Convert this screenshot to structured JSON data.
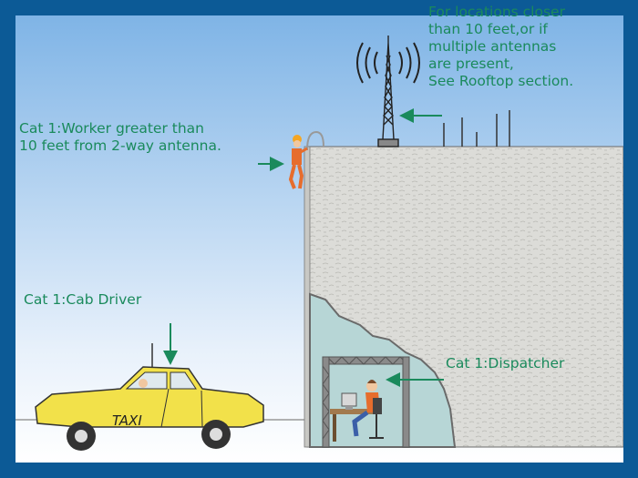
{
  "colors": {
    "frame": "#0c5a96",
    "sky_top": "#7fb4e6",
    "sky_bottom": "#ffffff",
    "label_text": "#1a8a5c",
    "arrow": "#1a8a5c",
    "building_wall": "#dcdcd8",
    "interior": "#b7d6d6",
    "taxi_body": "#f2e14a"
  },
  "labels": {
    "rooftop": {
      "line1": "For locations closer",
      "line2": "than 10 feet,or if",
      "line3": "multiple antennas",
      "line4": "are present,",
      "line5": "See Rooftop section."
    },
    "worker": {
      "line1": "Cat 1:Worker greater than",
      "line2": "10 feet from 2-way antenna."
    },
    "cab_driver": "Cat 1:Cab Driver",
    "dispatcher": "Cat 1:Dispatcher",
    "taxi_sign": "TAXI"
  },
  "icons": [
    "antenna-tower-icon",
    "radio-wave-icon",
    "worker-icon",
    "taxi-icon",
    "dispatcher-icon"
  ]
}
